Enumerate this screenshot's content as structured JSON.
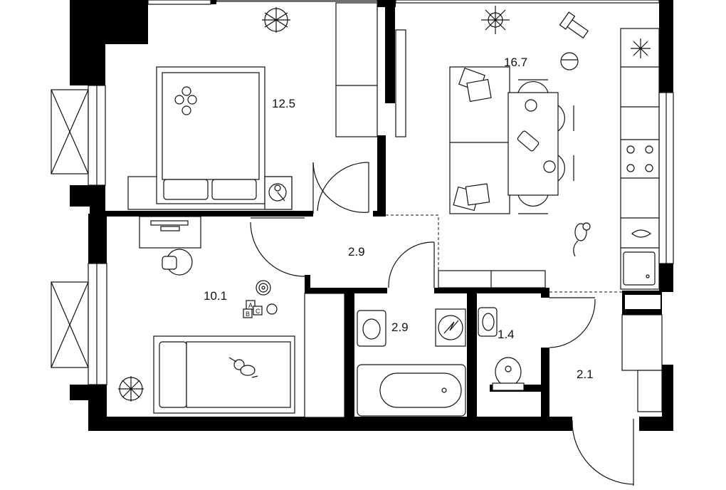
{
  "rooms": {
    "bedroom": {
      "area": "12.5"
    },
    "living_kitchen": {
      "area": "16.7"
    },
    "hall": {
      "area": "2.9"
    },
    "kids_room": {
      "area": "10.1"
    },
    "bathroom": {
      "area": "2.9"
    },
    "toilet": {
      "area": "1.4"
    },
    "entrance": {
      "area": "2.1"
    }
  },
  "decor": {
    "toy_blocks": [
      "A",
      "C",
      "B"
    ]
  }
}
